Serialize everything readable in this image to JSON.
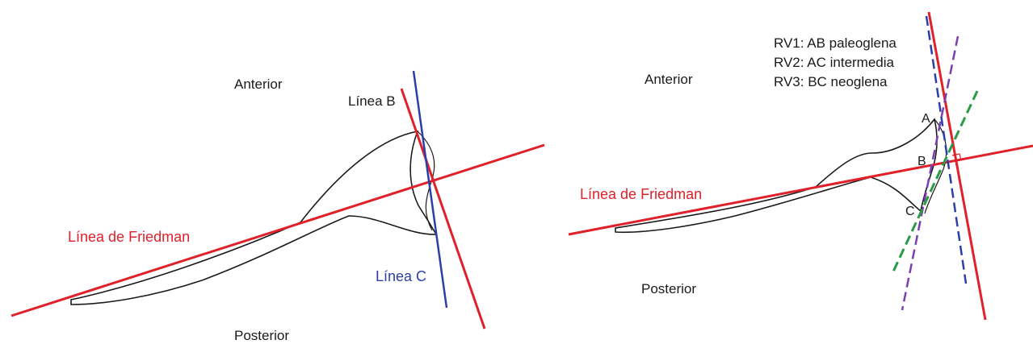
{
  "left_panel": {
    "anterior": "Anterior",
    "posterior": "Posterior",
    "friedman": "Línea de Friedman",
    "line_b": "Línea B",
    "line_c": "Línea C"
  },
  "right_panel": {
    "anterior": "Anterior",
    "posterior": "Posterior",
    "friedman": "Línea de Friedman",
    "legend": [
      "RV1: AB paleoglena",
      "RV2: AC intermedia",
      "RV3: BC neoglena"
    ],
    "points": {
      "a": "A",
      "b": "B",
      "c": "C"
    }
  },
  "colors": {
    "friedman_line": "#e0202a",
    "line_b": "#e0202a",
    "line_c": "#2b3fa8",
    "rv1_dashed": "#2b3fa8",
    "rv2_dashed": "#7a3fb0",
    "rv3_dashed": "#2a9a45",
    "outline": "#1a1a1a"
  }
}
